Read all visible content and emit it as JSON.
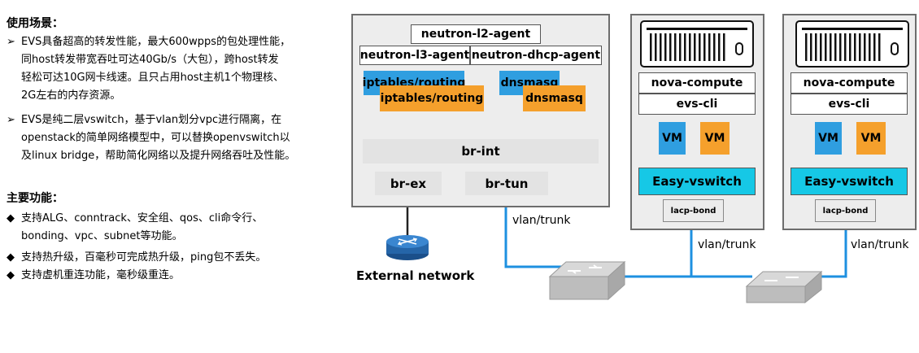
{
  "left": {
    "scenario_heading": "使用场景：",
    "scenario_bullets": [
      {
        "marker": "➢",
        "lines": [
          "EVS具备超高的转发性能，最大600wpps的包处理性能，",
          "同host转发带宽吞吐可达40Gb/s（大包），跨host转发",
          "轻松可达10G网卡线速。且只占用host主机1个物理核、",
          "2G左右的内存资源。"
        ]
      },
      {
        "marker": "➢",
        "lines": [
          "EVS是纯二层vswitch，基于vlan划分vpc进行隔离，在",
          "openstack的简单网络模型中，可以替换openvswitch以",
          "及linux  bridge，帮助简化网络以及提升网络吞吐及性能。"
        ]
      }
    ],
    "features_heading": "主要功能：",
    "feature_bullets": [
      {
        "marker": "◆",
        "lines": [
          "支持ALG、conntrack、安全组、qos、cli命令行、",
          "bonding、vpc、subnet等功能。"
        ]
      },
      {
        "marker": "◆",
        "lines": [
          "支持热升级，百毫秒可完成热升级，ping包不丢失。"
        ]
      },
      {
        "marker": "◆",
        "lines": [
          "支持虚机重连功能，毫秒级重连。"
        ]
      }
    ]
  },
  "diagram": {
    "l2_agent": "neutron-l2-agent",
    "l3_agent": "neutron-l3-agent",
    "dhcp_agent": "neutron-dhcp-agent",
    "iptables_blue": "iptables/routing",
    "iptables_orange": "iptables/routing",
    "dnsmasq_blue": "dnsmasq",
    "dnsmasq_orange": "dnsmasq",
    "br_int": "br-int",
    "br_ex": "br-ex",
    "br_tun": "br-tun",
    "external_network": "External network",
    "vlan_trunk_1": "vlan/trunk",
    "vlan_trunk_2": "vlan/trunk",
    "vlan_trunk_3": "vlan/trunk",
    "compute1": {
      "nova": "nova-compute",
      "evs_cli": "evs-cli",
      "vm_blue": "VM",
      "vm_orange": "VM",
      "vswitch": "Easy-vswitch",
      "lacp": "lacp-bond"
    },
    "compute2": {
      "nova": "nova-compute",
      "evs_cli": "evs-cli",
      "vm_blue": "VM",
      "vm_orange": "VM",
      "vswitch": "Easy-vswitch",
      "lacp": "lacp-bond"
    },
    "colors": {
      "blue": "#2f9ee0",
      "orange": "#f5a02c",
      "cyan": "#16c8e6",
      "link": "#1e90e0"
    }
  }
}
